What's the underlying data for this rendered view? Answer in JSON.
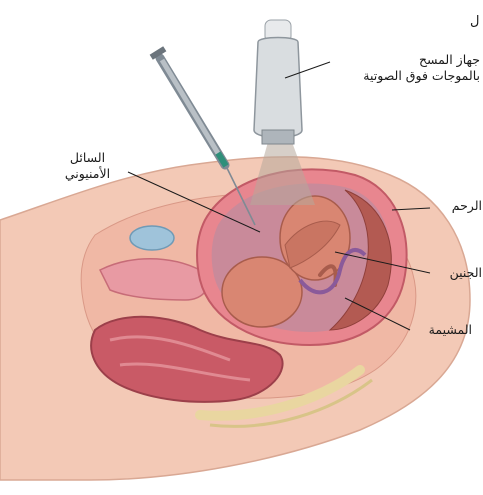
{
  "labels": {
    "probe": "جهاز المسح\nبالموجات فوق الصوتية",
    "amniotic_fluid": "السائل\nالأمنيوني",
    "uterus": "الرحم",
    "fetus": "الجنين",
    "placenta": "المشيمة",
    "corner": "ل"
  },
  "colors": {
    "skin": "#f3c9b6",
    "uterus_wall": "#e8868f",
    "uterus_inner": "#f7b8bd",
    "fetus": "#d98672",
    "fetus_dark": "#b35a52",
    "fluid": "#c98a9a",
    "bladder": "#9fc3da",
    "intestine": "#c95a66",
    "spine": "#e9d6a0",
    "probe_body": "#d9dde0",
    "needle": "#7f8a94",
    "needle_tip": "#2f8f7a",
    "label_line": "#1a1a1a"
  }
}
